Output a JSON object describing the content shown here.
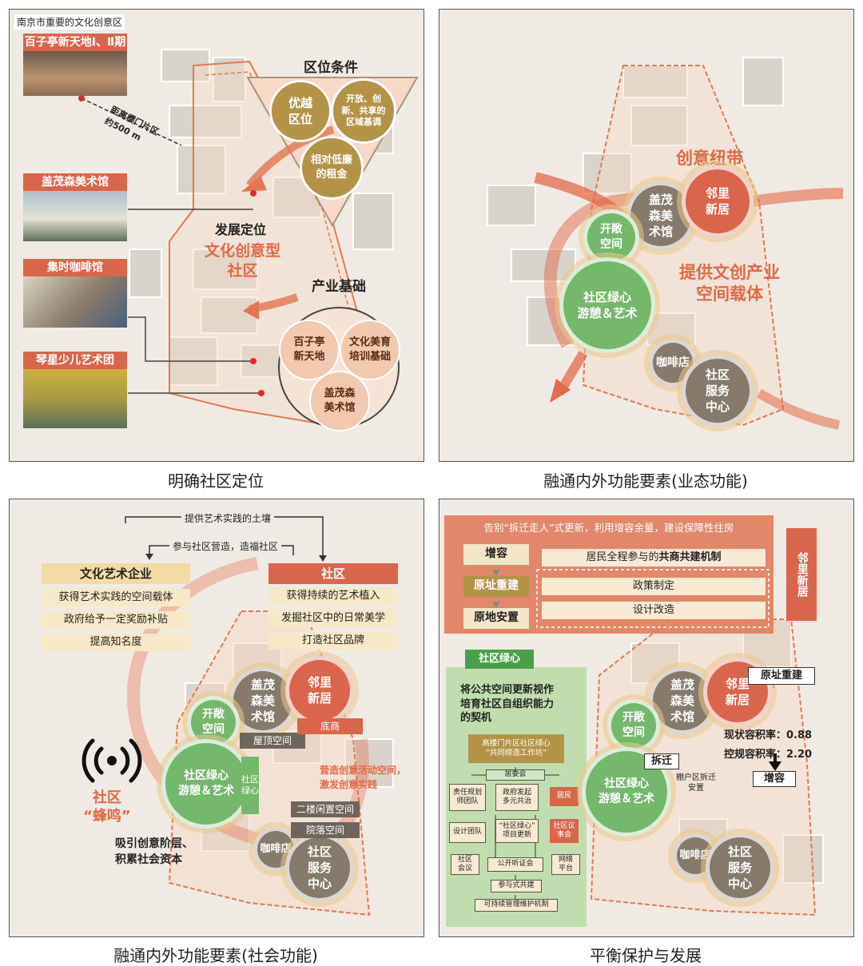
{
  "panel1": {
    "header": "南京市重要的文化创意区",
    "photos": [
      {
        "title": "百子亭新天地Ⅰ、Ⅱ期"
      },
      {
        "title": "盖茂森美术馆"
      },
      {
        "title": "集时咖啡馆"
      },
      {
        "title": "琴星少儿艺术团"
      }
    ],
    "distance_label": "距离樱门片区\n约500 m",
    "location_title": "区位条件",
    "location_circles": [
      "优越\n区位",
      "开放、创\n新、共享的\n区域基调",
      "相对低廉\n的租金"
    ],
    "position_title": "发展定位",
    "position_text": "文化创意型\n社区",
    "industry_title": "产业基础",
    "industry_circles": [
      "百子亭\n新天地",
      "文化美育\n培训基础",
      "盖茂森\n美术馆"
    ],
    "caption": "明确社区定位"
  },
  "panel2": {
    "label_band": "创意纽带",
    "label_space": "提供文创产业\n空间载体",
    "circles": [
      "盖茂\n森美\n术馆",
      "邻里\n新居",
      "开敞\n空间",
      "社区绿心\n游憩＆艺术",
      "咖啡店",
      "社区\n服务\n中心"
    ],
    "caption": "融通内外功能要素(业态功能)"
  },
  "panel3": {
    "arrow_top": "提供艺术实践的土壤",
    "arrow_mid": "参与社区营造，造福社区",
    "enterprise": "文化艺术企业",
    "enterprise_items": [
      "获得艺术实践的空间载体",
      "政府给予一定奖励补贴",
      "提高知名度"
    ],
    "community": "社区",
    "community_items": [
      "获得持续的艺术植入",
      "发掘社区中的日常美学",
      "打造社区品牌"
    ],
    "circles": [
      "盖茂\n森美\n术馆",
      "邻里\n新居",
      "开敞\n空间",
      "社区绿心\n游憩＆艺术",
      "咖啡店",
      "社区\n服务\n中心"
    ],
    "tags": [
      "屋顶空间",
      "底商",
      "社区\n绿心",
      "二楼闲置空间",
      "院落空间"
    ],
    "note": "营造创意活动空间，\n激发创意实践",
    "buzz": "社区\n“蜂鸣”",
    "buzz_sub": "吸引创意阶层、\n积累社会资本",
    "caption": "融通内外功能要素(社会功能)"
  },
  "panel4": {
    "banner": "告别“拆迁走人”式更新，利用增容余量，建设保障性住房",
    "steps": [
      "增容",
      "原址重建",
      "原地安置"
    ],
    "mech_prefix": "居民全程参与的",
    "mech_bold": "共商共建机制",
    "sub_items": [
      "政策制定",
      "设计改造"
    ],
    "side_label": "邻里新居",
    "green_tag": "社区绿心",
    "green_text": "将公共空间更新视作\n培育社区自组织能力\n的契机",
    "workshop": "高楼门片区社区绿心\n“共同缔造工作坊”",
    "org": {
      "juweihui": "居委会",
      "planner": "责任规划\n师团队",
      "gov": "政府发起\n多元共治",
      "resident": "居民",
      "design": "设计团队",
      "project": "“社区绿心”\n项目更新",
      "council": "社区议\n事会",
      "meeting": "社区\n会议",
      "hearing": "公开听证会",
      "network": "网络\n平台",
      "coop": "参与式共建",
      "maintain": "可持续管理维护机制"
    },
    "rebuild": "原址重建",
    "ratio_now_label": "现状容积率：",
    "ratio_now": "0.88",
    "ratio_plan_label": "控规容积率：",
    "ratio_plan": "2.20",
    "increase": "增容",
    "demolish": "拆迁",
    "shed": "棚户区拆迁\n安置",
    "circles": [
      "盖茂\n森美\n术馆",
      "邻里\n新居",
      "开敞\n空间",
      "社区绿心\n游憩＆艺术",
      "咖啡店",
      "社区\n服务\n中心"
    ],
    "caption": "平衡保护与发展"
  }
}
